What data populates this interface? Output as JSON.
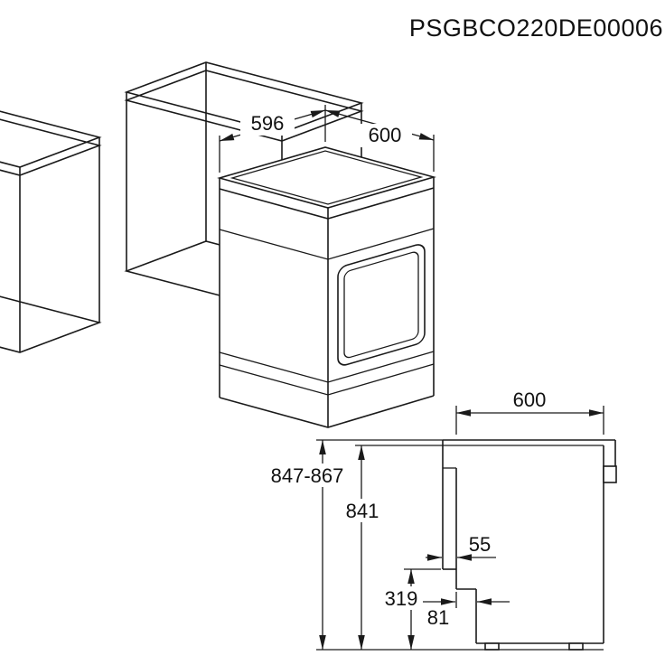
{
  "title": {
    "product_code": "PSGBCO220DE00006"
  },
  "isometric_view": {
    "dim_top_depth": "596",
    "dim_top_width": "600"
  },
  "side_view": {
    "dim_depth": "600",
    "dim_height_overall": "847-867",
    "dim_height_body": "841",
    "dim_handle_protrusion": "55",
    "dim_handle_bottom_height": "319",
    "dim_plinth_recess": "81"
  },
  "colors": {
    "line": "#1a1a1a",
    "background": "#ffffff"
  }
}
